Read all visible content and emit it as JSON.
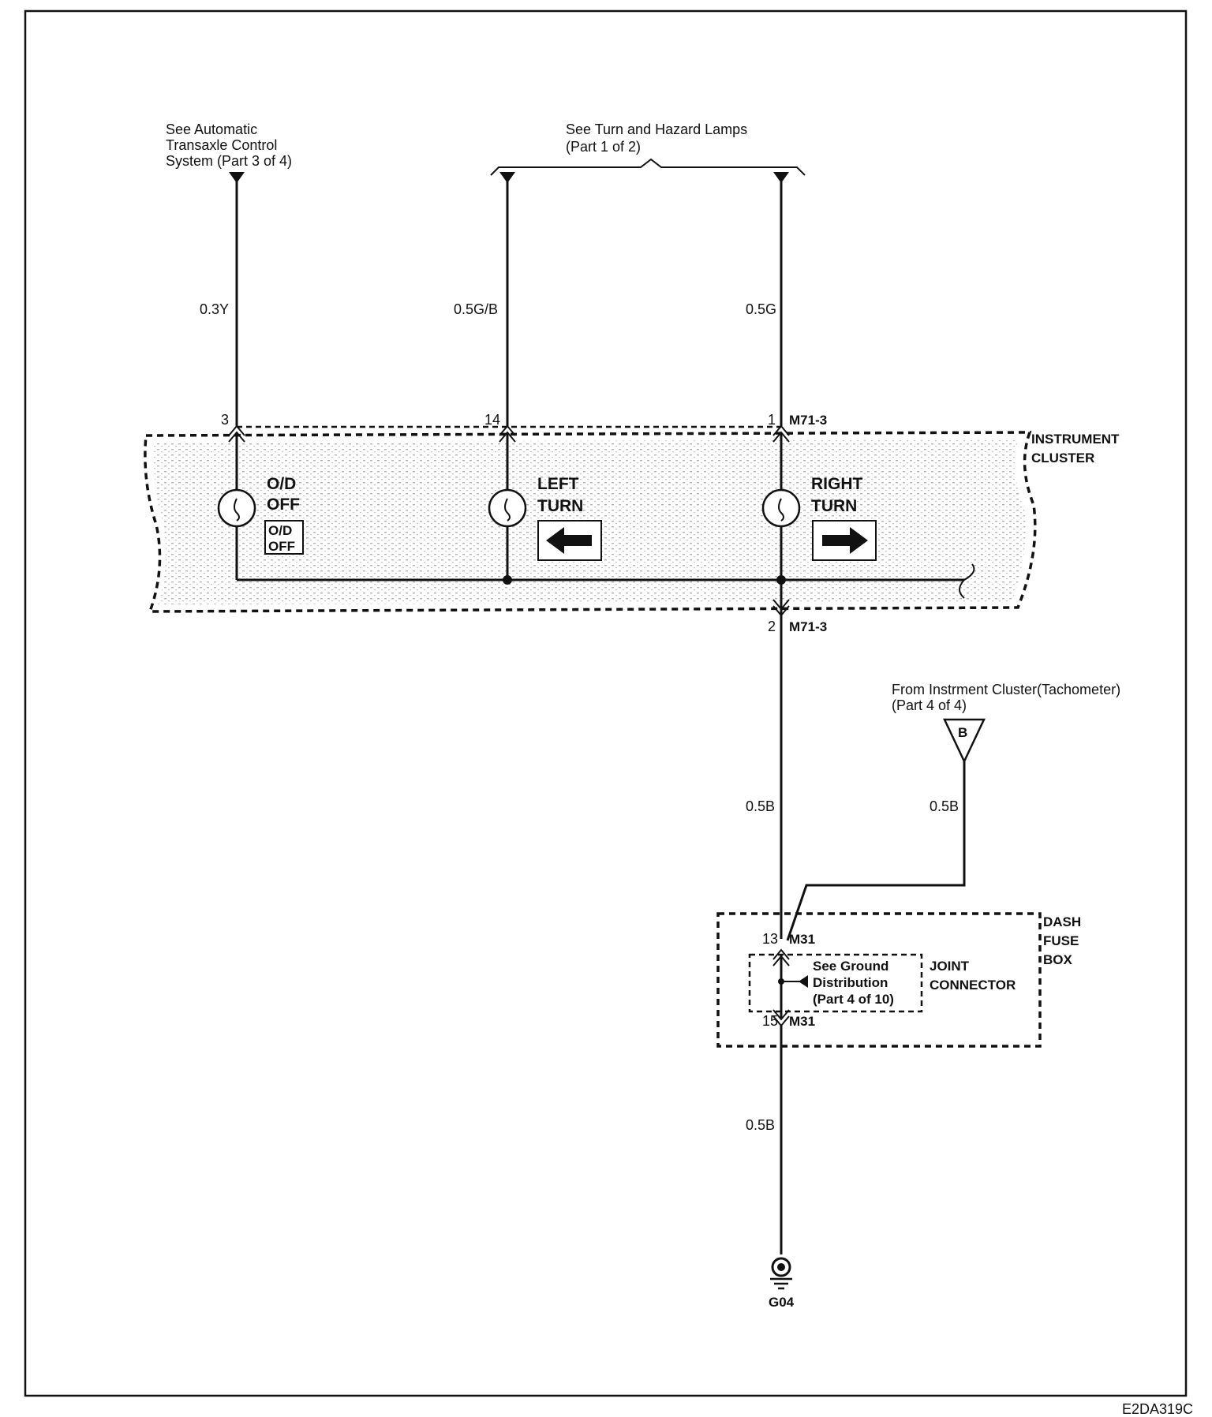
{
  "refs": {
    "atcs": [
      "See Automatic",
      "Transaxle Control",
      "System (Part 3 of 4)"
    ],
    "turn_hazard": [
      "See Turn and Hazard Lamps",
      "(Part 1 of 2)"
    ],
    "tachometer": [
      "From Instrment Cluster(Tachometer)",
      "(Part 4 of 4)"
    ],
    "ground_dist": [
      "See Ground",
      "Distribution",
      "(Part 4 of 10)"
    ]
  },
  "wires": {
    "od": "0.3Y",
    "left": "0.5G/B",
    "right": "0.5G",
    "ground_upper": "0.5B",
    "tach": "0.5B",
    "ground_lower": "0.5B"
  },
  "pins": {
    "od": "3",
    "left": "14",
    "right": "1",
    "ground": "2",
    "fuse_in": "13",
    "fuse_out": "15"
  },
  "connectors": {
    "m71_top": "M71-3",
    "m71_bottom": "M71-3",
    "m31_top": "M31",
    "m31_bottom": "M31"
  },
  "components": {
    "instrument_cluster": [
      "INSTRUMENT",
      "CLUSTER"
    ],
    "od_lamp": [
      "O/D",
      "OFF"
    ],
    "od_indicator": [
      "O/D",
      "OFF"
    ],
    "left_lamp": [
      "LEFT",
      "TURN"
    ],
    "right_lamp": [
      "RIGHT",
      "TURN"
    ],
    "dash_fuse_box": [
      "DASH",
      "FUSE",
      "BOX"
    ],
    "joint_connector": [
      "JOINT",
      "CONNECTOR"
    ],
    "ground": "G04",
    "tach_connector": "B"
  },
  "footer": {
    "code": "E2DA319C"
  }
}
